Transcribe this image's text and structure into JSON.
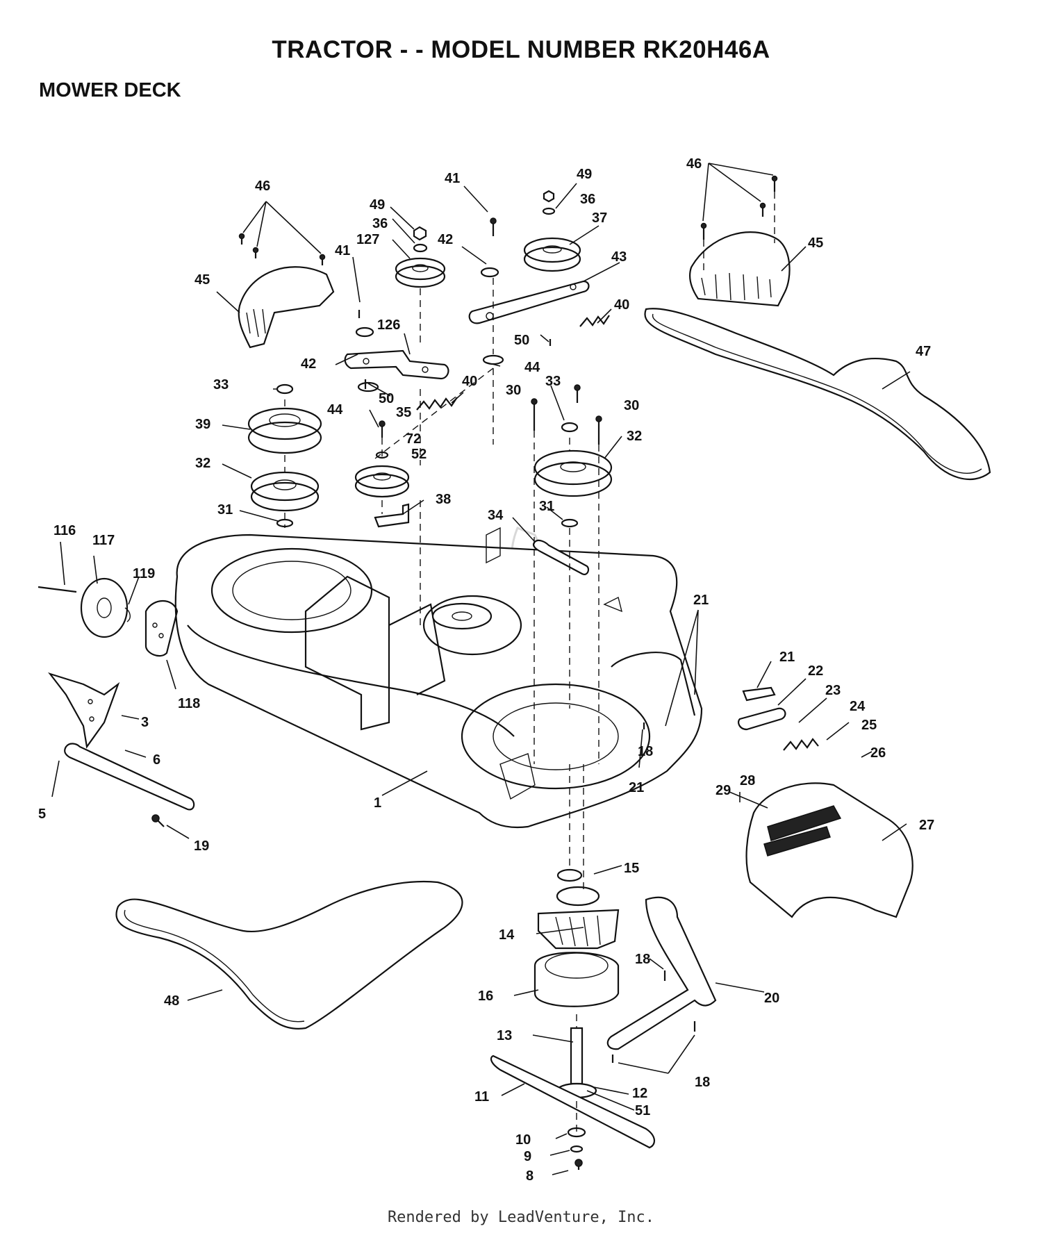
{
  "header": {
    "title": "TRACTOR - - MODEL NUMBER RK20H46A",
    "section": "MOWER DECK"
  },
  "footer": {
    "credit": "Rendered by LeadVenture, Inc."
  },
  "callouts": {
    "c46a": "46",
    "c46b": "46",
    "c49a": "49",
    "c49b": "49",
    "c41a": "41",
    "c41b": "41",
    "c36a": "36",
    "c36b": "36",
    "c37": "37",
    "c127": "127",
    "c42a": "42",
    "c42b": "42",
    "c43": "43",
    "c45a": "45",
    "c45b": "45",
    "c40a": "40",
    "c40b": "40",
    "c126": "126",
    "c50a": "50",
    "c50b": "50",
    "c44a": "44",
    "c44b": "44",
    "c33a": "33",
    "c33b": "33",
    "c30a": "30",
    "c30b": "30",
    "c35": "35",
    "c39": "39",
    "c72": "72",
    "c52": "52",
    "c32a": "32",
    "c32b": "32",
    "c31a": "31",
    "c31b": "31",
    "c38": "38",
    "c34": "34",
    "c47": "47",
    "c116": "116",
    "c117": "117",
    "c119": "119",
    "c118": "118",
    "c21a": "21",
    "c21b": "21",
    "c21c": "21",
    "c22": "22",
    "c23": "23",
    "c24": "24",
    "c25": "25",
    "c26": "26",
    "c18a": "18",
    "c18b": "18",
    "c18c": "18",
    "c3": "3",
    "c6": "6",
    "c5": "5",
    "c1": "1",
    "c28": "28",
    "c29": "29",
    "c27": "27",
    "c19": "19",
    "c15": "15",
    "c14": "14",
    "c16": "16",
    "c20": "20",
    "c48": "48",
    "c13": "13",
    "c11": "11",
    "c12": "12",
    "c51": "51",
    "c10": "10",
    "c9": "9",
    "c8": "8"
  }
}
